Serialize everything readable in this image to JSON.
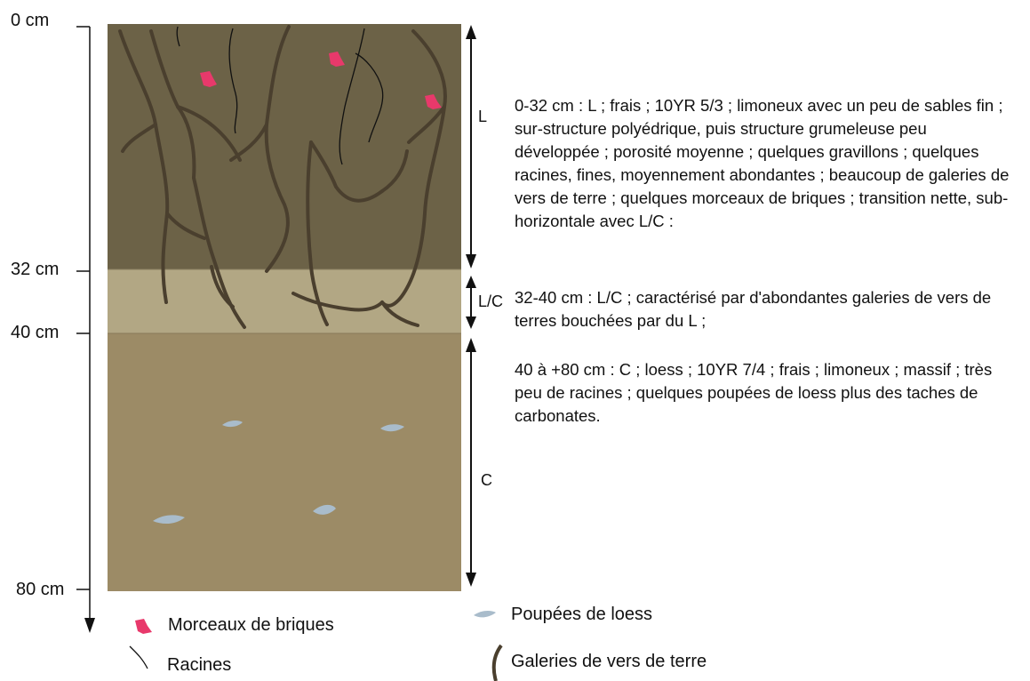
{
  "depth_labels": {
    "top": "0 cm",
    "l_c_top": "32 cm",
    "c_top": "40 cm",
    "bottom": "80 cm"
  },
  "horizons": [
    {
      "code": "L",
      "top_cm": 0,
      "bottom_cm": 32,
      "color": "#6c6247",
      "description": "0-32 cm : L ; frais ; 10YR 5/3 ; limoneux avec un peu de sables fin ; sur-structure polyédrique, puis structure grumeleuse peu développée ; porosité moyenne ; quelques gravillons ; quelques racines, fines, moyennement abondantes ; beaucoup de galeries de vers de terre ; quelques morceaux de briques ; transition nette, sub-horizontale avec L/C :"
    },
    {
      "code": "L/C",
      "top_cm": 32,
      "bottom_cm": 40,
      "color": "#b2a784",
      "description": "32-40 cm : L/C ; caractérisé par d'abondantes galeries de vers de terres bouchées par du L ;"
    },
    {
      "code": "C",
      "top_cm": 40,
      "bottom_cm": 80,
      "color": "#9c8b66",
      "description": "40 à +80 cm : C ; loess ; 10YR 7/4 ; frais ; limoneux ; massif ; très peu de racines ; quelques poupées de loess plus des taches de carbonates."
    }
  ],
  "legend": {
    "bricks": "Morceaux de briques",
    "roots": "Racines",
    "loess_dolls": "Poupées de loess",
    "worm_galleries": "Galeries de vers de terre"
  },
  "colors": {
    "brick": "#e8396b",
    "loess_doll": "#a9bccb",
    "gallery": "#4a3f2e",
    "root": "#111111"
  }
}
